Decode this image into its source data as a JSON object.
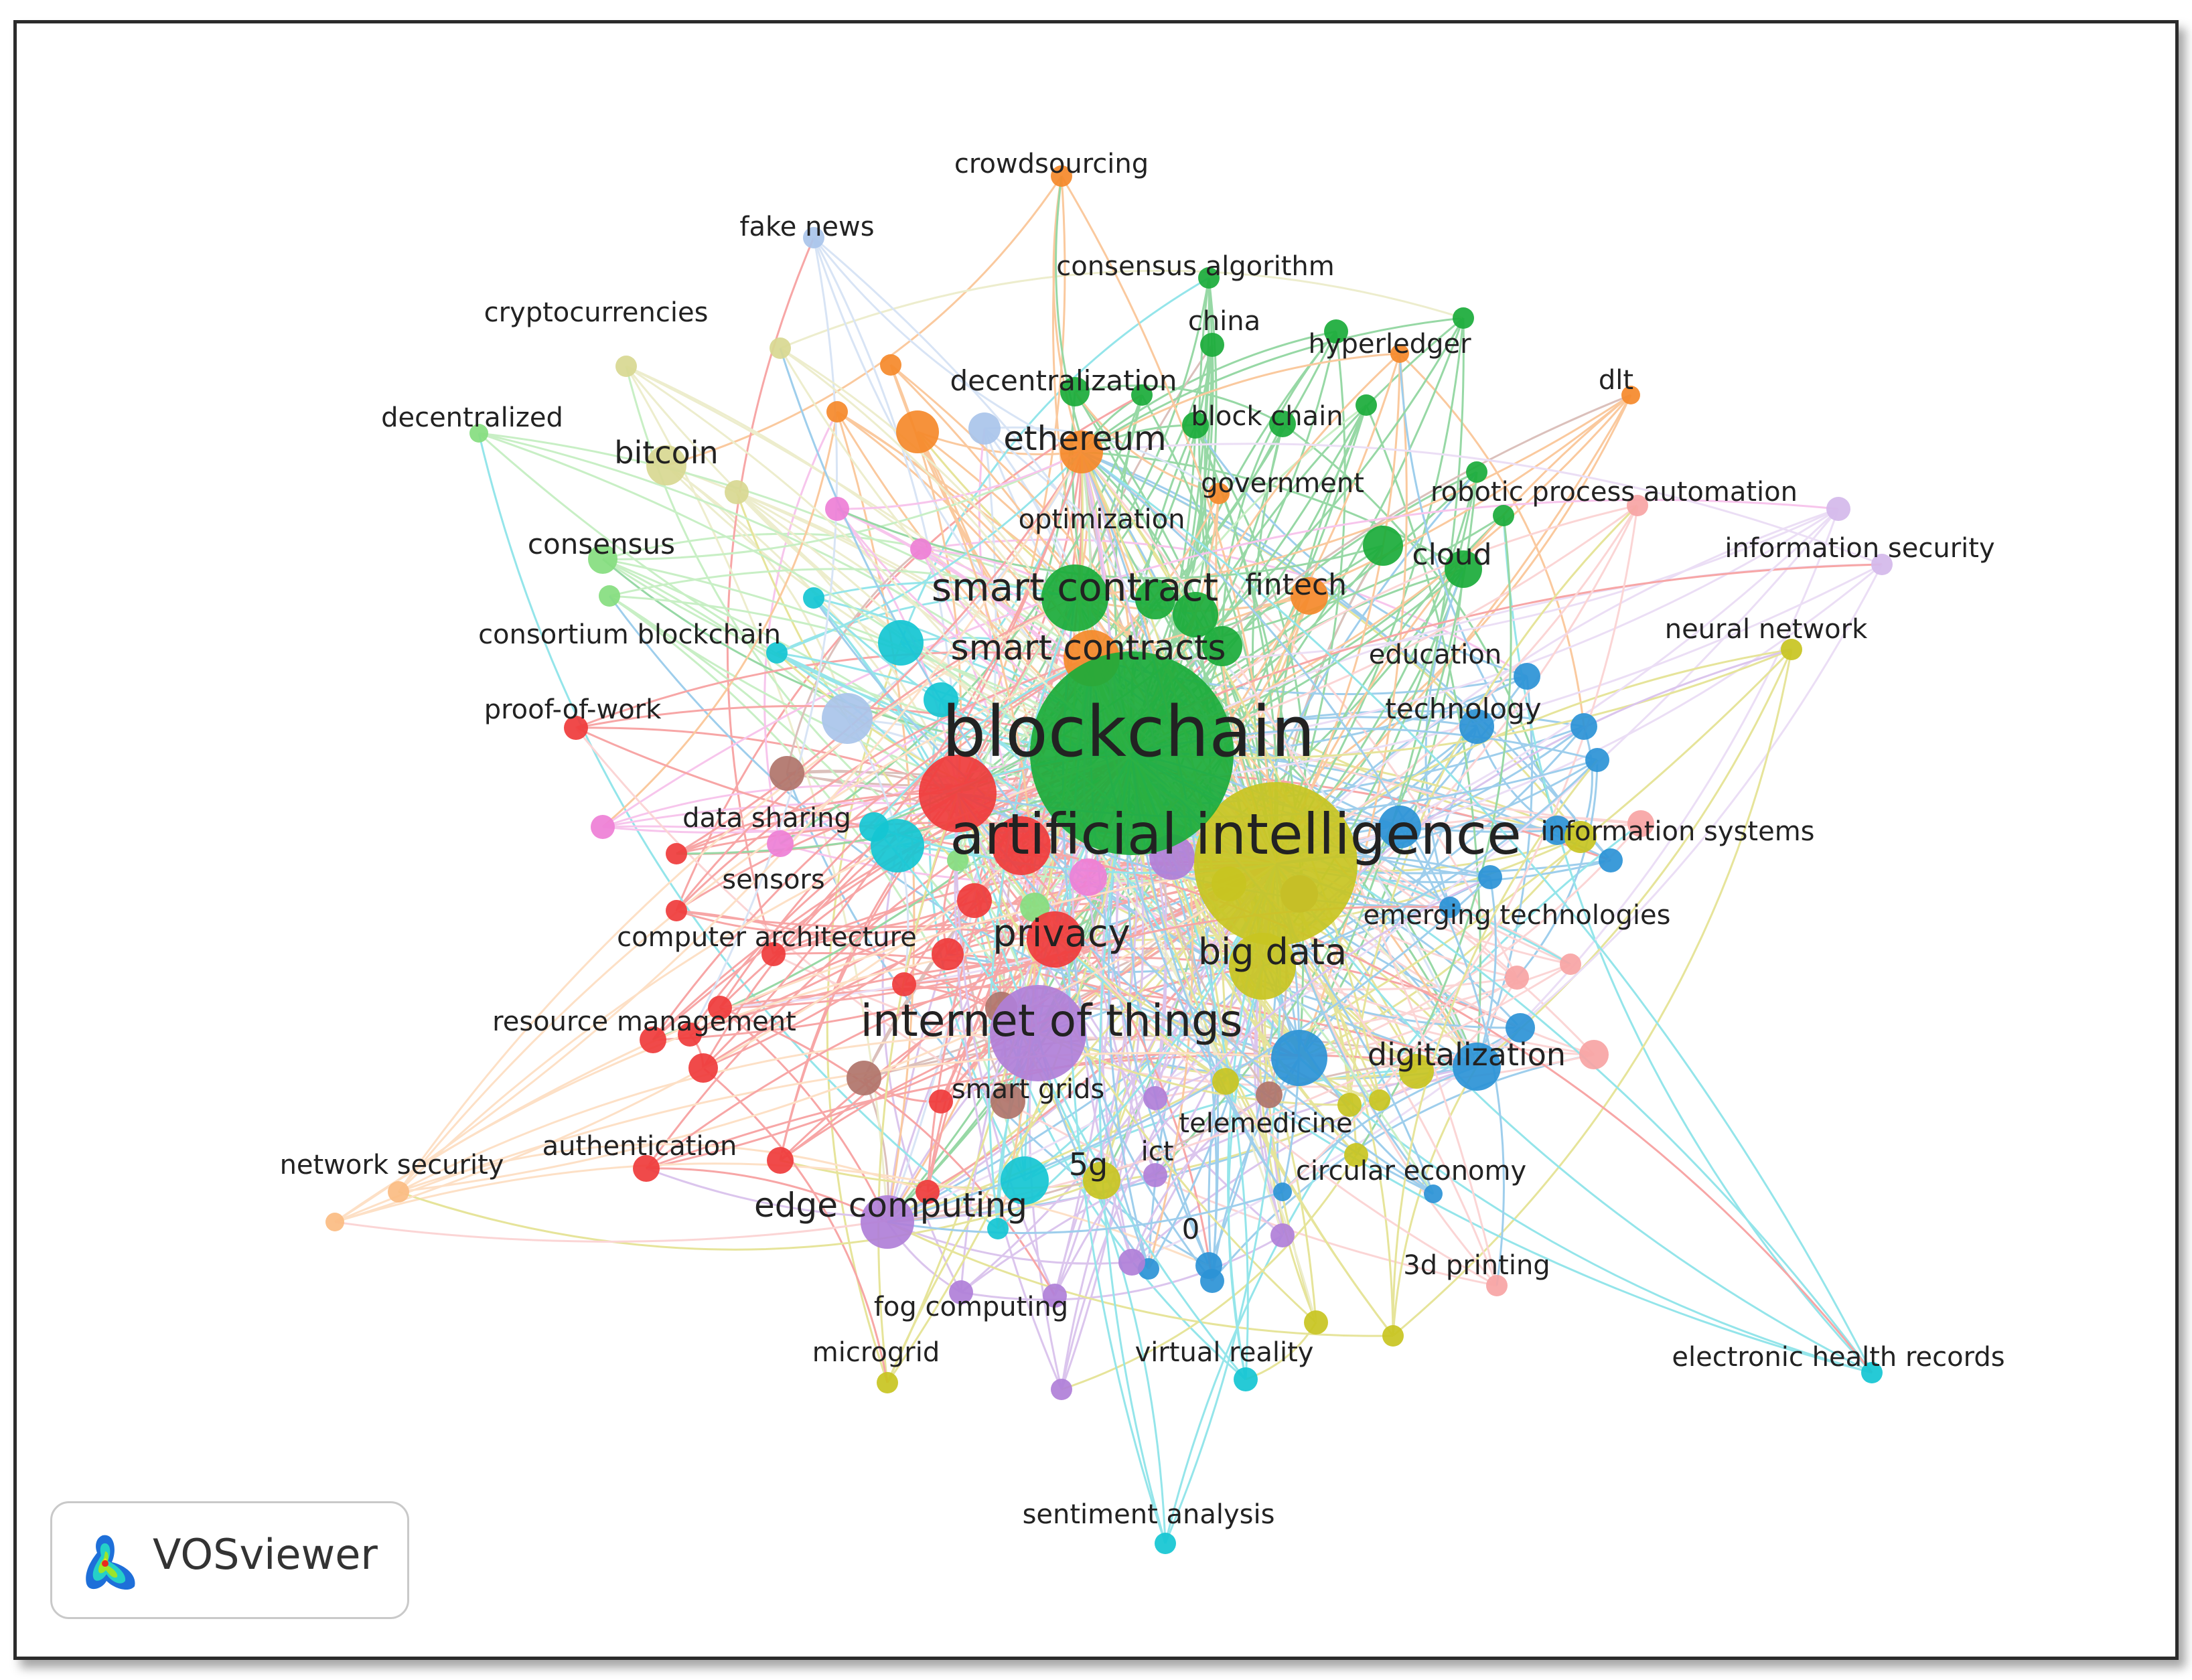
{
  "app": {
    "name": "VOSviewer"
  },
  "colors": {
    "red": "#ef3b3b",
    "green": "#1aab3a",
    "blue": "#2b93d6",
    "yellow": "#c8c421",
    "purple": "#b07fd8",
    "cyan": "#14c6d2",
    "orange": "#f5892a",
    "brown": "#b0746a",
    "pink": "#ee7fd6",
    "lightblue": "#a9c4ea",
    "lightgreen": "#86dd7f",
    "peach": "#fbbc82",
    "salmon": "#f7a4a4",
    "khaki": "#d8d891",
    "lavender": "#d4b8ea"
  },
  "labels": {
    "blockchain": "blockchain",
    "artificial_intelligence": "artificial intelligence",
    "internet_of_things": "internet of things",
    "smart_contract": "smart contract",
    "smart_contracts": "smart contracts",
    "privacy": "privacy",
    "big_data": "big data",
    "edge_computing": "edge computing",
    "ethereum": "ethereum",
    "bitcoin": "bitcoin",
    "digitalization": "digitalization",
    "consensus": "consensus",
    "fintech": "fintech",
    "decentralization": "decentralization",
    "cloud": "cloud",
    "technology": "technology",
    "crowdsourcing": "crowdsourcing",
    "fake_news": "fake news",
    "consensus_algorithm": "consensus algorithm",
    "cryptocurrencies": "cryptocurrencies",
    "china": "china",
    "hyperledger": "hyperledger",
    "dlt": "dlt",
    "decentralized": "decentralized",
    "block_chain": "block chain",
    "government": "government",
    "robotic_process_automation": "robotic process automation",
    "optimization": "optimization",
    "information_security": "information security",
    "consortium_blockchain": "consortium blockchain",
    "neural_network": "neural network",
    "education": "education",
    "proof_of_work": "proof-of-work",
    "data_sharing": "data sharing",
    "information_systems": "information systems",
    "sensors": "sensors",
    "emerging_technologies": "emerging technologies",
    "computer_architecture": "computer architecture",
    "resource_management": "resource management",
    "smart_grids": "smart grids",
    "telemedicine": "telemedicine",
    "authentication": "authentication",
    "network_security": "network security",
    "ict": "ict",
    "5g": "5g",
    "circular_economy": "circular economy",
    "zero": "0",
    "3d_printing": "3d printing",
    "fog_computing": "fog computing",
    "microgrid": "microgrid",
    "virtual_reality": "virtual reality",
    "electronic_health_records": "electronic health records",
    "sentiment_analysis": "sentiment analysis"
  }
}
